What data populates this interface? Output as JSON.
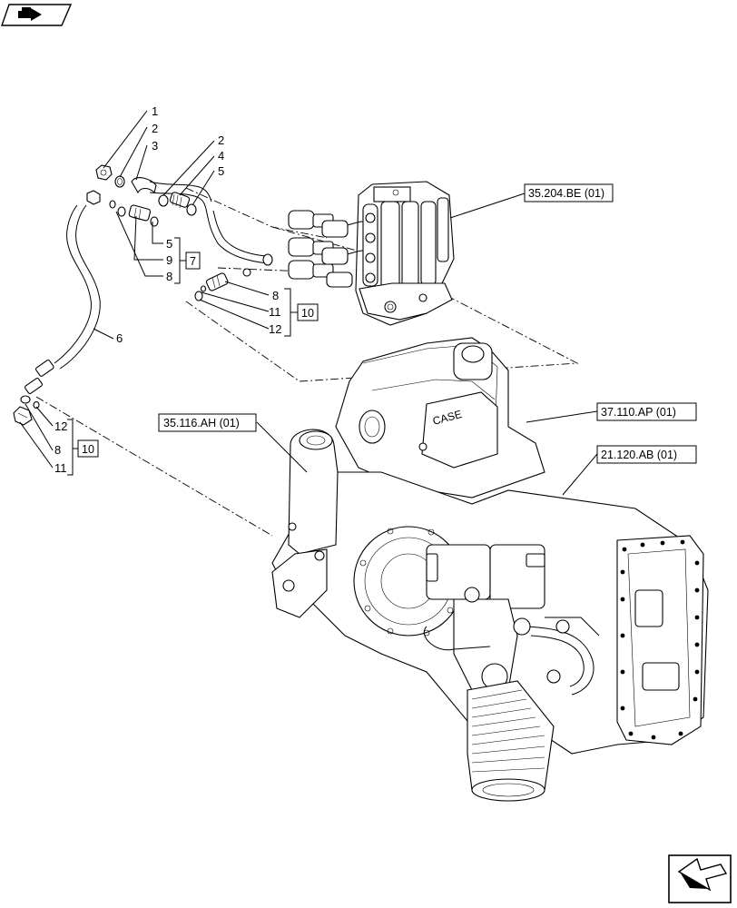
{
  "callouts": {
    "c1": "1",
    "c2a": "2",
    "c3": "3",
    "c2b": "2",
    "c4": "4",
    "c5a": "5",
    "c5b": "5",
    "c9": "9",
    "c8a": "8",
    "c6": "6",
    "c8b": "8",
    "c11a": "11",
    "c12a": "12",
    "c12b": "12",
    "c8c": "8",
    "c11b": "11"
  },
  "group_boxes": {
    "g7": "7",
    "g10a": "10",
    "g10b": "10"
  },
  "references": {
    "valve": "35.204.BE (01)",
    "tank": "35.116.AH (01)",
    "cover": "37.110.AP (01)",
    "housing": "21.120.AB (01)"
  },
  "icons": {
    "top_left": "view-arrow-icon",
    "bottom_right": "next-page-arrow-icon"
  }
}
